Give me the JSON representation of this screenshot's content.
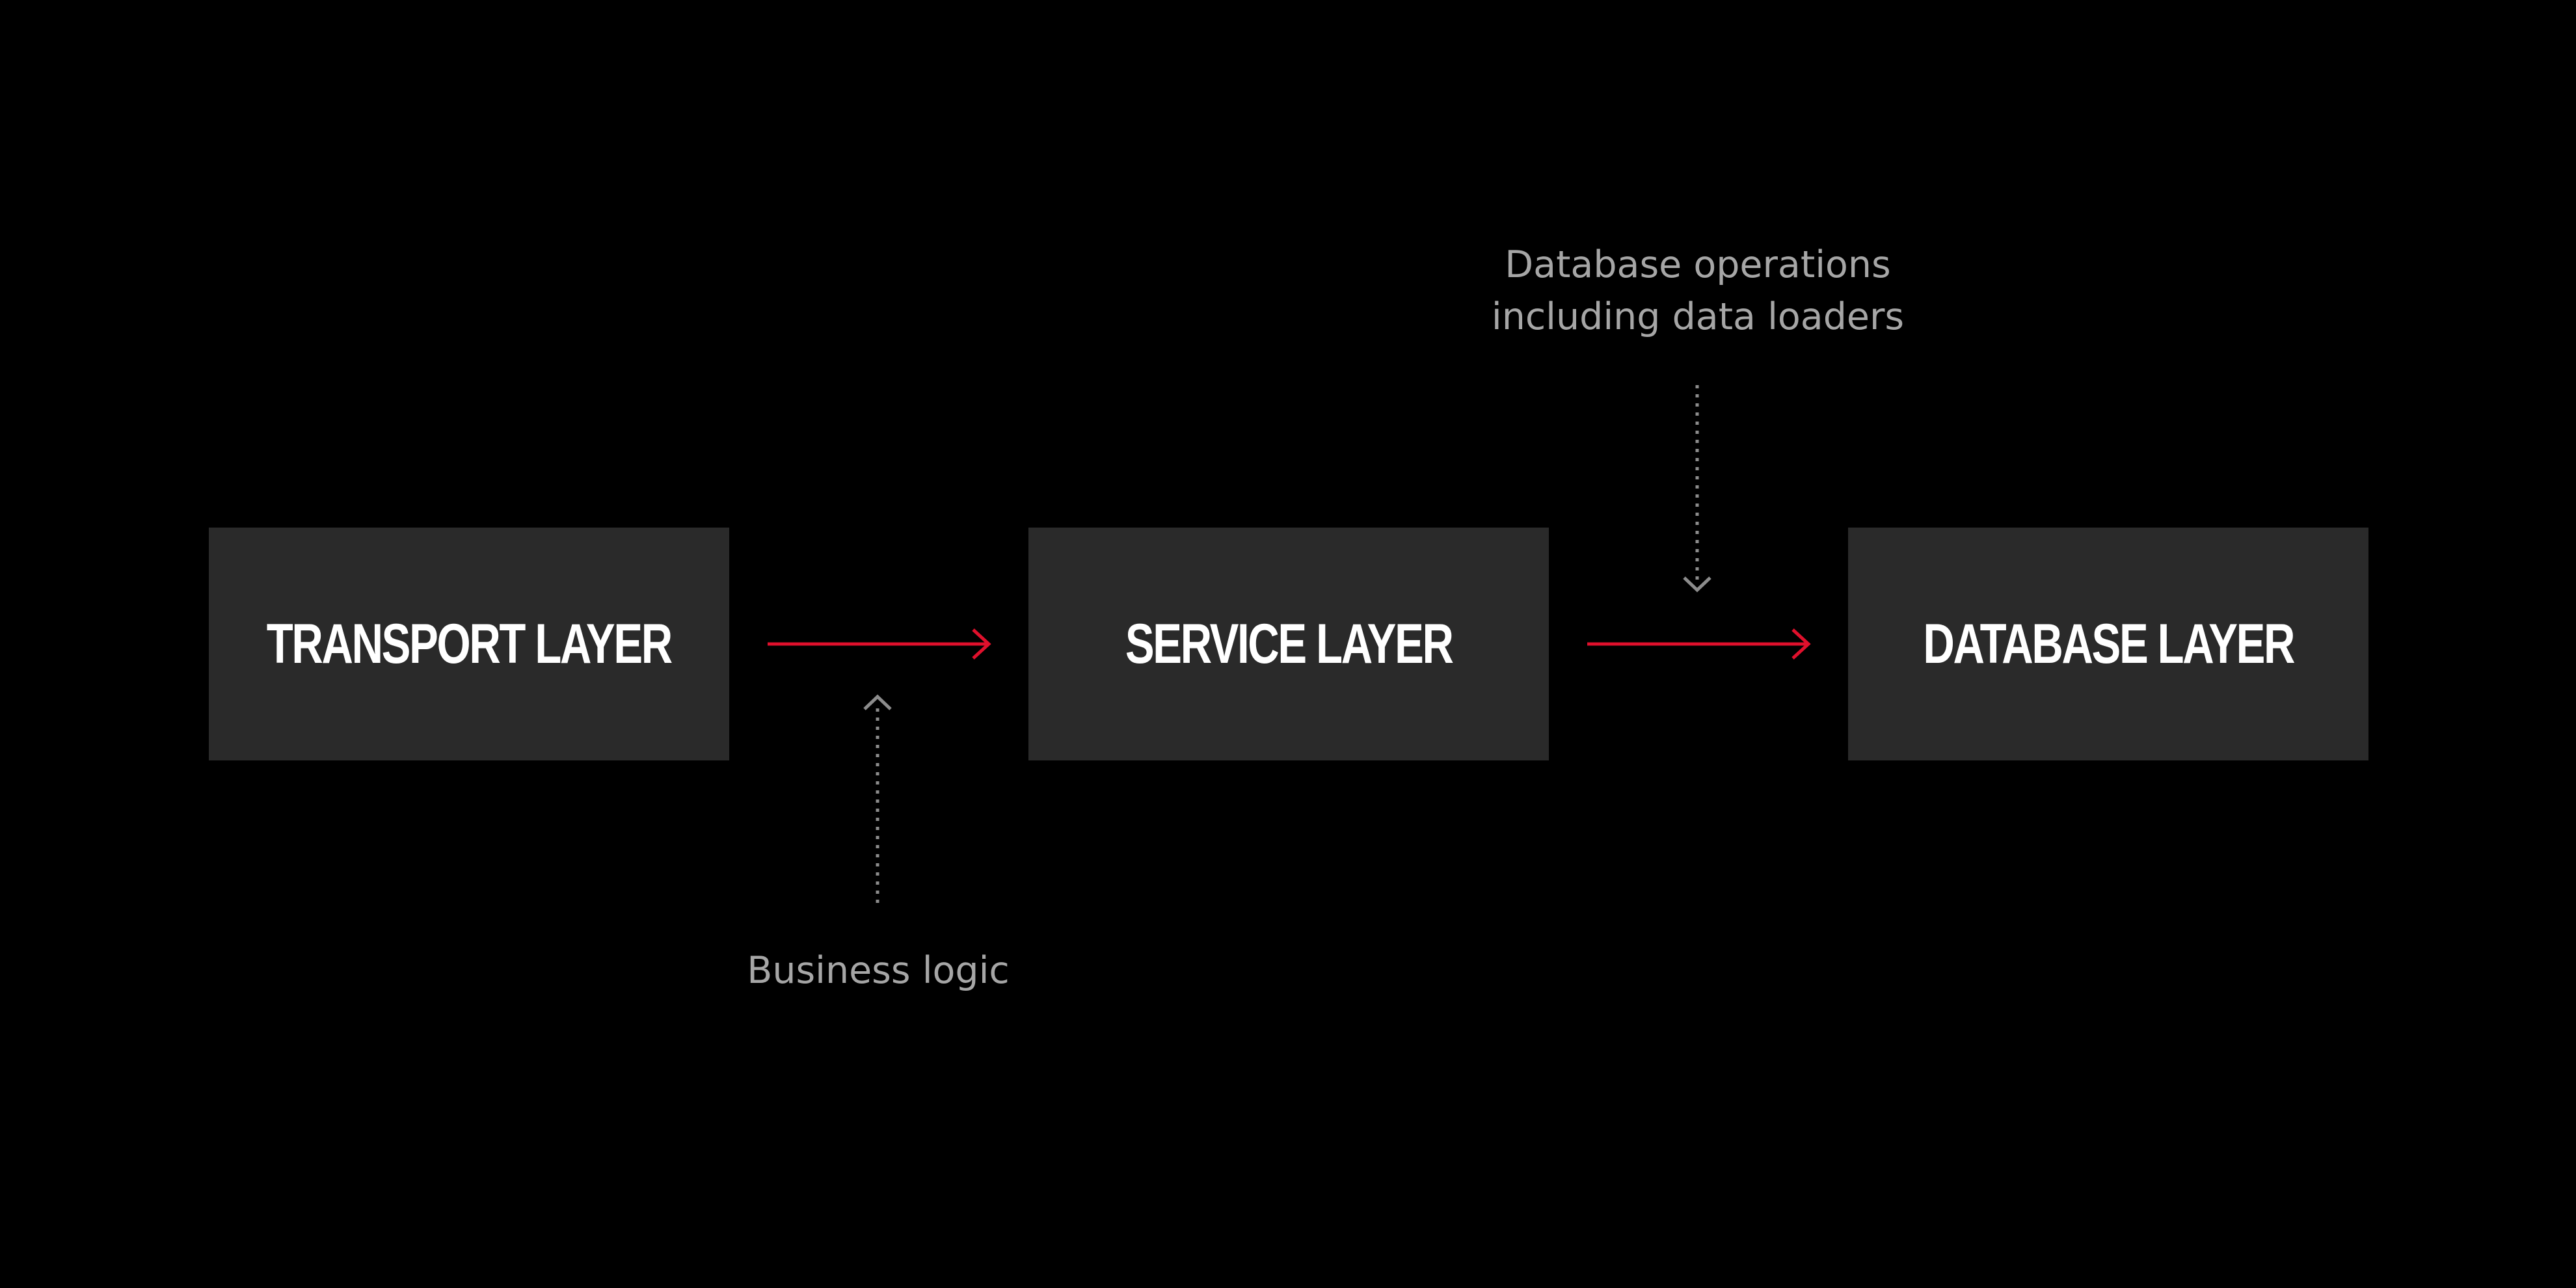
{
  "diagram": {
    "layers": [
      {
        "id": "transport",
        "label": "TRANSPORT LAYER"
      },
      {
        "id": "service",
        "label": "SERVICE LAYER"
      },
      {
        "id": "database",
        "label": "DATABASE LAYER"
      }
    ],
    "annotations": {
      "business_logic": "Business logic",
      "database_ops_line1": "Database operations",
      "database_ops_line2": "including data loaders"
    },
    "colors": {
      "background": "#000000",
      "box": "#2a2a2a",
      "box_text": "#ffffff",
      "flow_arrow": "#e0102c",
      "annotation_text": "#a6a6a6",
      "annotation_arrow": "#8c8c8c"
    }
  }
}
